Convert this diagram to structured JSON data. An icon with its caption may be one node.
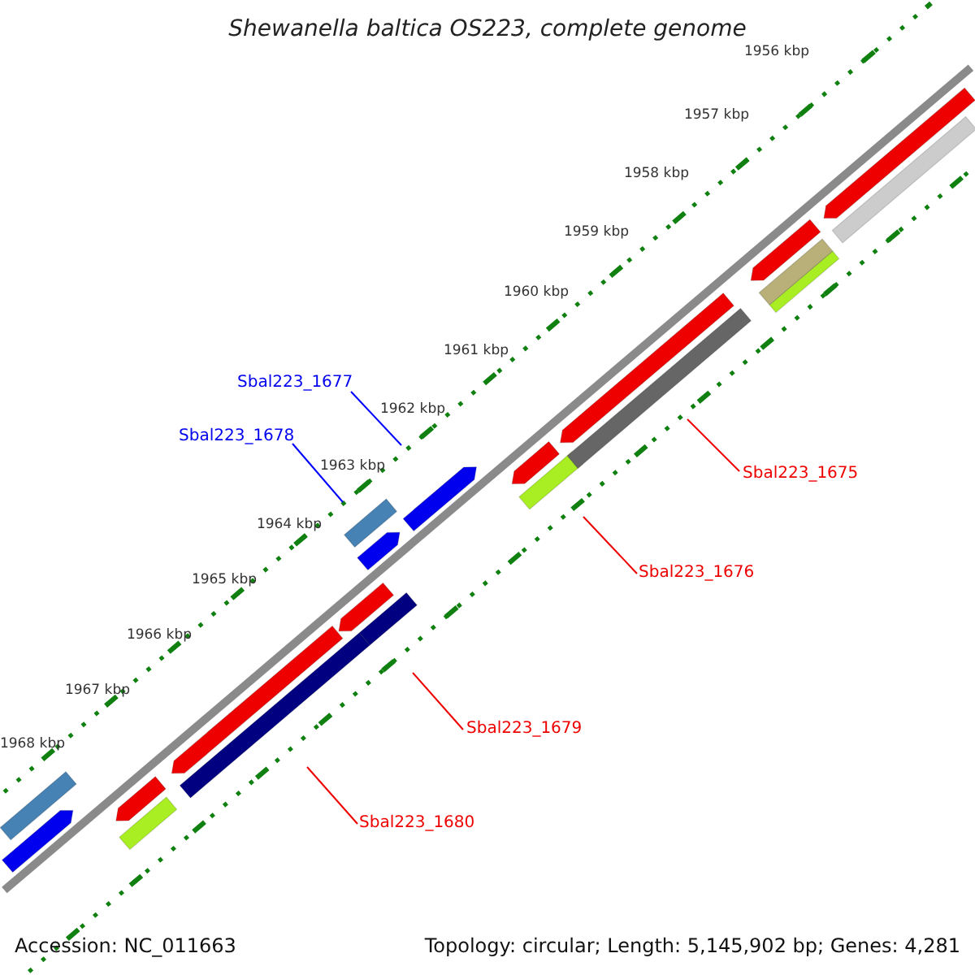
{
  "diagram": {
    "title": "Shewanella baltica OS223, complete genome",
    "nodes": [
      {
        "text": [
          "Sbal223_1677"
        ]
      },
      {
        "text": [
          "Sbal223_1678"
        ]
      },
      {
        "text": [
          "Sbal223_1675"
        ]
      },
      {
        "text": [
          "Sbal223_1676"
        ]
      },
      {
        "text": [
          "Sbal223_1679"
        ]
      },
      {
        "text": [
          "Sbal223_1680"
        ]
      }
    ],
    "edges": [
      {
        "from": 0,
        "to": null,
        "arrow": "none",
        "color": "#0000ff"
      },
      {
        "from": 1,
        "to": null,
        "arrow": "none",
        "color": "#0000ff"
      },
      {
        "from": 2,
        "to": null,
        "arrow": "none"
      },
      {
        "from": 3,
        "to": null,
        "arrow": "none"
      },
      {
        "from": 4,
        "to": null,
        "arrow": "none"
      },
      {
        "from": 5,
        "to": null,
        "arrow": "none"
      }
    ],
    "labels": [
      "1956 kbp",
      "1957 kbp",
      "1958 kbp",
      "1959 kbp",
      "1960 kbp",
      "1961 kbp",
      "1962 kbp",
      "1963 kbp",
      "1964 kbp",
      "1965 kbp",
      "1966 kbp",
      "1967 kbp",
      "1968 kbp",
      "Accession: NC_011663",
      "Topology: circular; Length: 5,145,902 bp; Genes: 4,281"
    ]
  }
}
